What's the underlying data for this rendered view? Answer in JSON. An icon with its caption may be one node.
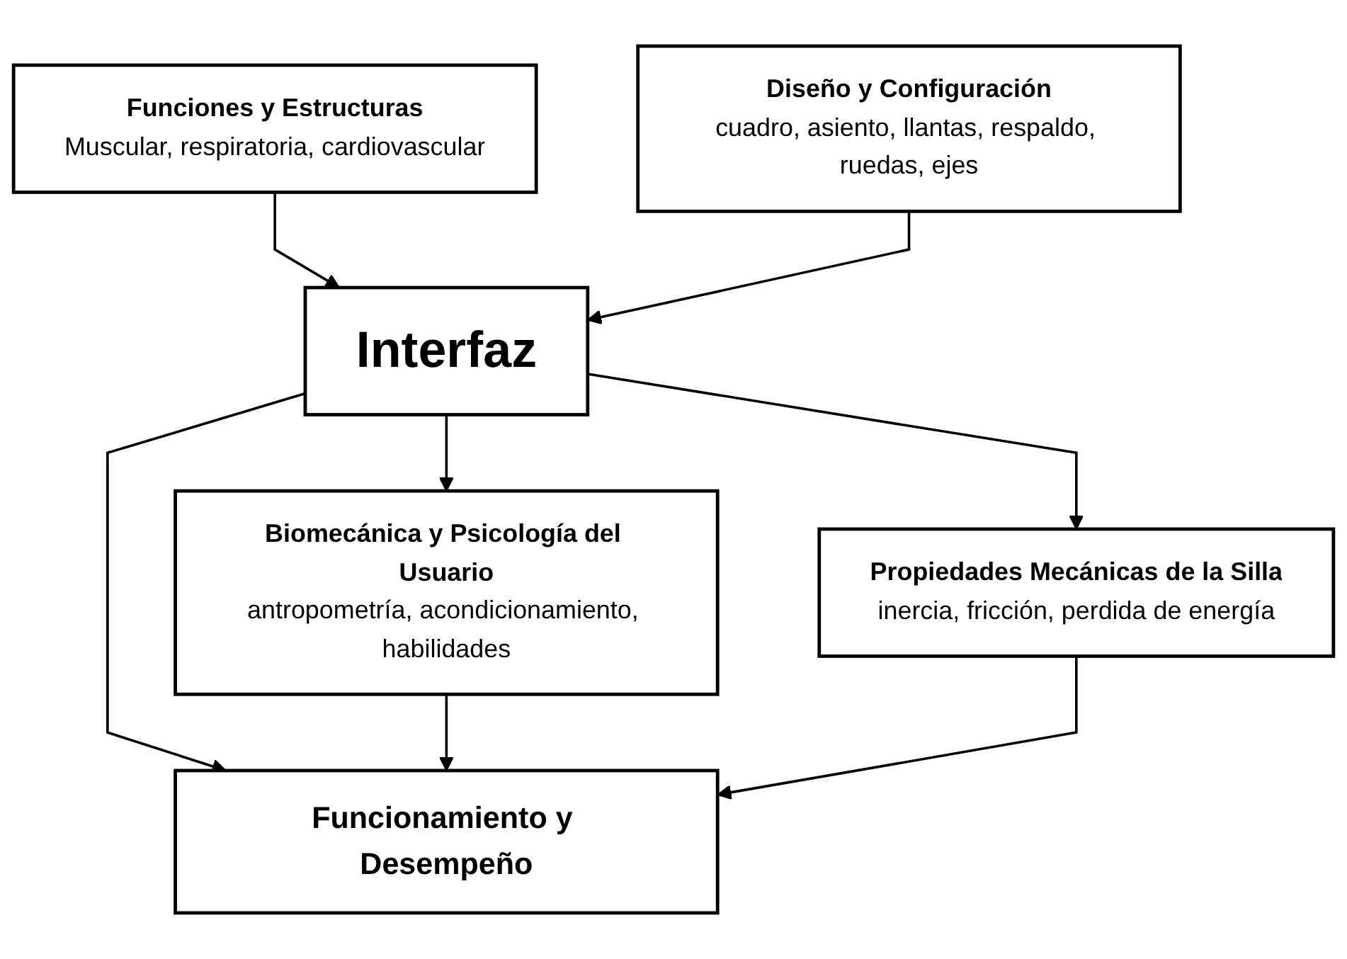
{
  "diagram": {
    "nodes": [
      {
        "text": [
          "Funciones y Estructuras",
          "Muscular, respiratoria, cardiovascular"
        ]
      },
      {
        "text": [
          "Diseño y Configuración",
          "cuadro, asiento, llantas, respaldo, ruedas, ejes"
        ]
      },
      {
        "text": [
          "Interfaz"
        ]
      },
      {
        "text": [
          "Biomecánica y Psicología del Usuario",
          "antropometría, acondicionamiento, habilidades"
        ]
      },
      {
        "text": [
          "Propiedades Mecánicas de la Silla",
          "inercia, fricción, perdida de energía"
        ]
      },
      {
        "text": [
          "Funcionamiento y Desempeño"
        ]
      }
    ],
    "edges": [
      {
        "from": 0,
        "to": 2,
        "arrow": "to"
      },
      {
        "from": 1,
        "to": 2,
        "arrow": "to"
      },
      {
        "from": 2,
        "to": 3,
        "arrow": "to"
      },
      {
        "from": 2,
        "to": 4,
        "arrow": "to"
      },
      {
        "from": 2,
        "to": 5,
        "arrow": "to"
      },
      {
        "from": 3,
        "to": 5,
        "arrow": "to"
      },
      {
        "from": 4,
        "to": 5,
        "arrow": "to"
      }
    ]
  }
}
